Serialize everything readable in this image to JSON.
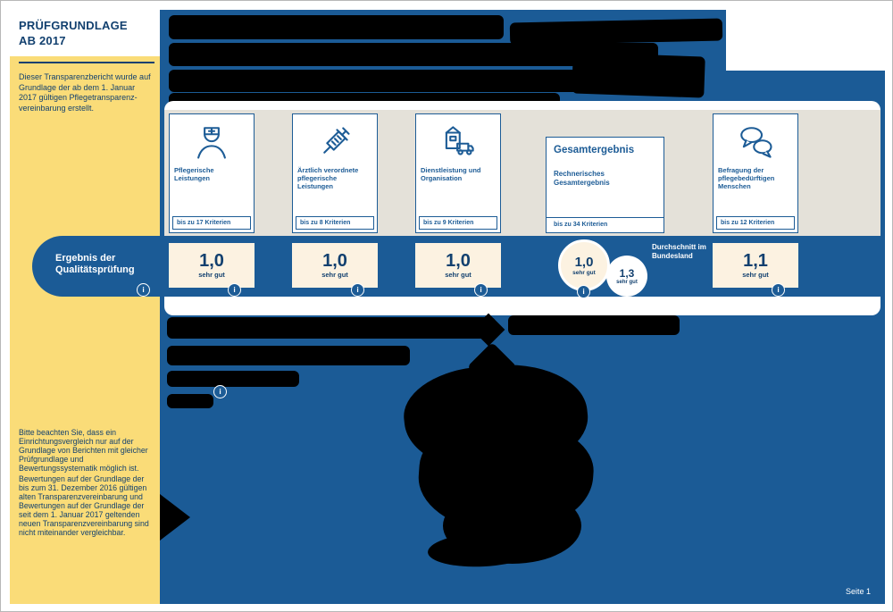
{
  "meta": {
    "page_label": "Seite 1"
  },
  "ui": {
    "info_glyph": "i"
  },
  "sidebar": {
    "title_line1": "PRÜFGRUNDLAGE",
    "title_line2": "AB 2017",
    "intro": "Dieser Transparenzbericht wurde auf Grundlage der ab dem 1. Januar 2017 gültigen Pflegetransparenz­vereinbarung erstellt.",
    "note1": "Bitte beachten Sie, dass ein Einrichtungsvergleich nur auf der Grundlage von Berichten mit gleicher Prüfgrundlage und Bewertungssystematik möglich ist.",
    "note2": "Bewertungen auf der Grundlage der bis zum 31. Dezember 2016 gültigen alten Transparenzvereinbarung und Bewertungen auf der Grundlage der seit dem 1. Januar 2017 geltenden neuen Transparenzvereinbarung sind nicht miteinander vergleichbar."
  },
  "result_band": {
    "label": "Ergebnis der Qualitätsprüfung"
  },
  "categories": [
    {
      "icon": "nurse-icon",
      "label": "Pflegerische Leistungen",
      "criteria": "bis zu 17 Kriterien",
      "score": "1,0",
      "rating": "sehr gut"
    },
    {
      "icon": "syringe-icon",
      "label": "Ärztlich verordnete pflegerische Leistungen",
      "criteria": "bis zu 8 Kriterien",
      "score": "1,0",
      "rating": "sehr gut"
    },
    {
      "icon": "house-truck-icon",
      "label": "Dienstleistung und Organisation",
      "criteria": "bis zu 9 Kriterien",
      "score": "1,0",
      "rating": "sehr gut"
    },
    {
      "icon": "speech-bubbles-icon",
      "label": "Befragung der pflegebedürftigen Menschen",
      "criteria": "bis zu 12 Kriterien",
      "score": "1,1",
      "rating": "sehr gut"
    }
  ],
  "overall": {
    "title": "Gesamtergebnis",
    "subtitle": "Rechnerisches Gesamtergebnis",
    "criteria": "bis zu 34 Kriterien",
    "score": "1,0",
    "rating": "sehr gut",
    "average_score": "1,3",
    "average_rating": "sehr gut",
    "average_label": "Durchschnitt im Bundesland"
  },
  "colors": {
    "primary_blue": "#1B5B96",
    "navy_text": "#12406F",
    "sidebar_yellow": "#FADC78",
    "score_cream": "#FCF2E1",
    "band_gray": "#E4E1D9",
    "redaction_black": "#000000"
  }
}
